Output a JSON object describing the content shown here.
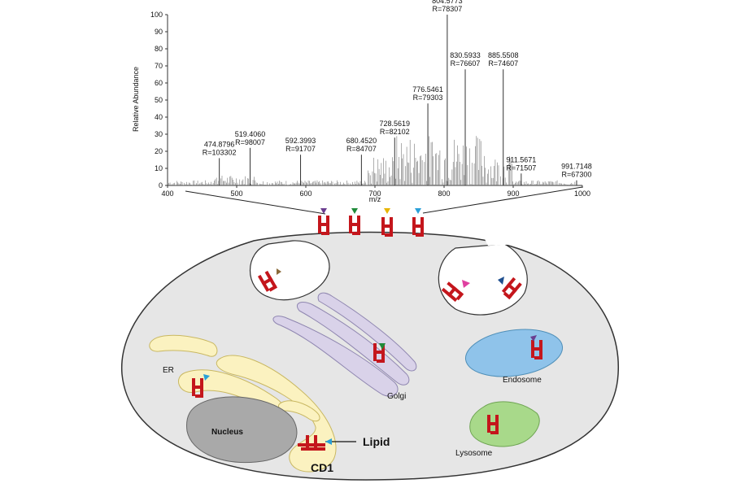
{
  "spectrum": {
    "ylabel": "Relative Abundance",
    "xlabel": "m/z",
    "y_ticks": [
      "0",
      "10",
      "20",
      "30",
      "40",
      "50",
      "60",
      "70",
      "80",
      "90",
      "100"
    ],
    "x_ticks": [
      "400",
      "500",
      "600",
      "700",
      "800",
      "900",
      "1000"
    ],
    "xlim": [
      400,
      1000
    ],
    "ylim": [
      0,
      100
    ],
    "peak_labels": [
      {
        "mz": 474.8796,
        "mz_text": "474.8796",
        "r_text": "R=103302",
        "height": 16
      },
      {
        "mz": 519.406,
        "mz_text": "519.4060",
        "r_text": "R=98007",
        "height": 22
      },
      {
        "mz": 592.3993,
        "mz_text": "592.3993",
        "r_text": "R=91707",
        "height": 18
      },
      {
        "mz": 680.452,
        "mz_text": "680.4520",
        "r_text": "R=84707",
        "height": 18
      },
      {
        "mz": 728.5619,
        "mz_text": "728.5619",
        "r_text": "R=82102",
        "height": 28
      },
      {
        "mz": 776.5461,
        "mz_text": "776.5461",
        "r_text": "R=79303",
        "height": 48
      },
      {
        "mz": 804.5773,
        "mz_text": "804.5773",
        "r_text": "R=78307",
        "height": 100
      },
      {
        "mz": 830.5933,
        "mz_text": "830.5933",
        "r_text": "R=76607",
        "height": 68
      },
      {
        "mz": 885.5508,
        "mz_text": "885.5508",
        "r_text": "R=74607",
        "height": 68
      },
      {
        "mz": 911.5671,
        "mz_text": "911.5671",
        "r_text": "R=71507",
        "height": 7
      },
      {
        "mz": 991.7148,
        "mz_text": "991.7148",
        "r_text": "R=67300",
        "height": 3
      }
    ]
  },
  "cell": {
    "labels": {
      "er": "ER",
      "nucleus": "Nucleus",
      "golgi": "Golgi",
      "endosome": "Endosome",
      "lysosome": "Lysosome",
      "lipid": "Lipid",
      "cd1": "CD1"
    },
    "surface_lipid_colors": [
      "#6a3d8f",
      "#1f8a3a",
      "#e8b400",
      "#2aa0d8"
    ]
  },
  "colors": {
    "cd1": "#c4161c",
    "er_fill": "#fbf2c0",
    "golgi_fill": "#d9d2e9",
    "endosome_fill": "#8fc3ea",
    "lysosome_fill": "#a8d98a",
    "nucleus_fill": "#a9a9a9",
    "cell_fill": "#e6e6e6"
  }
}
